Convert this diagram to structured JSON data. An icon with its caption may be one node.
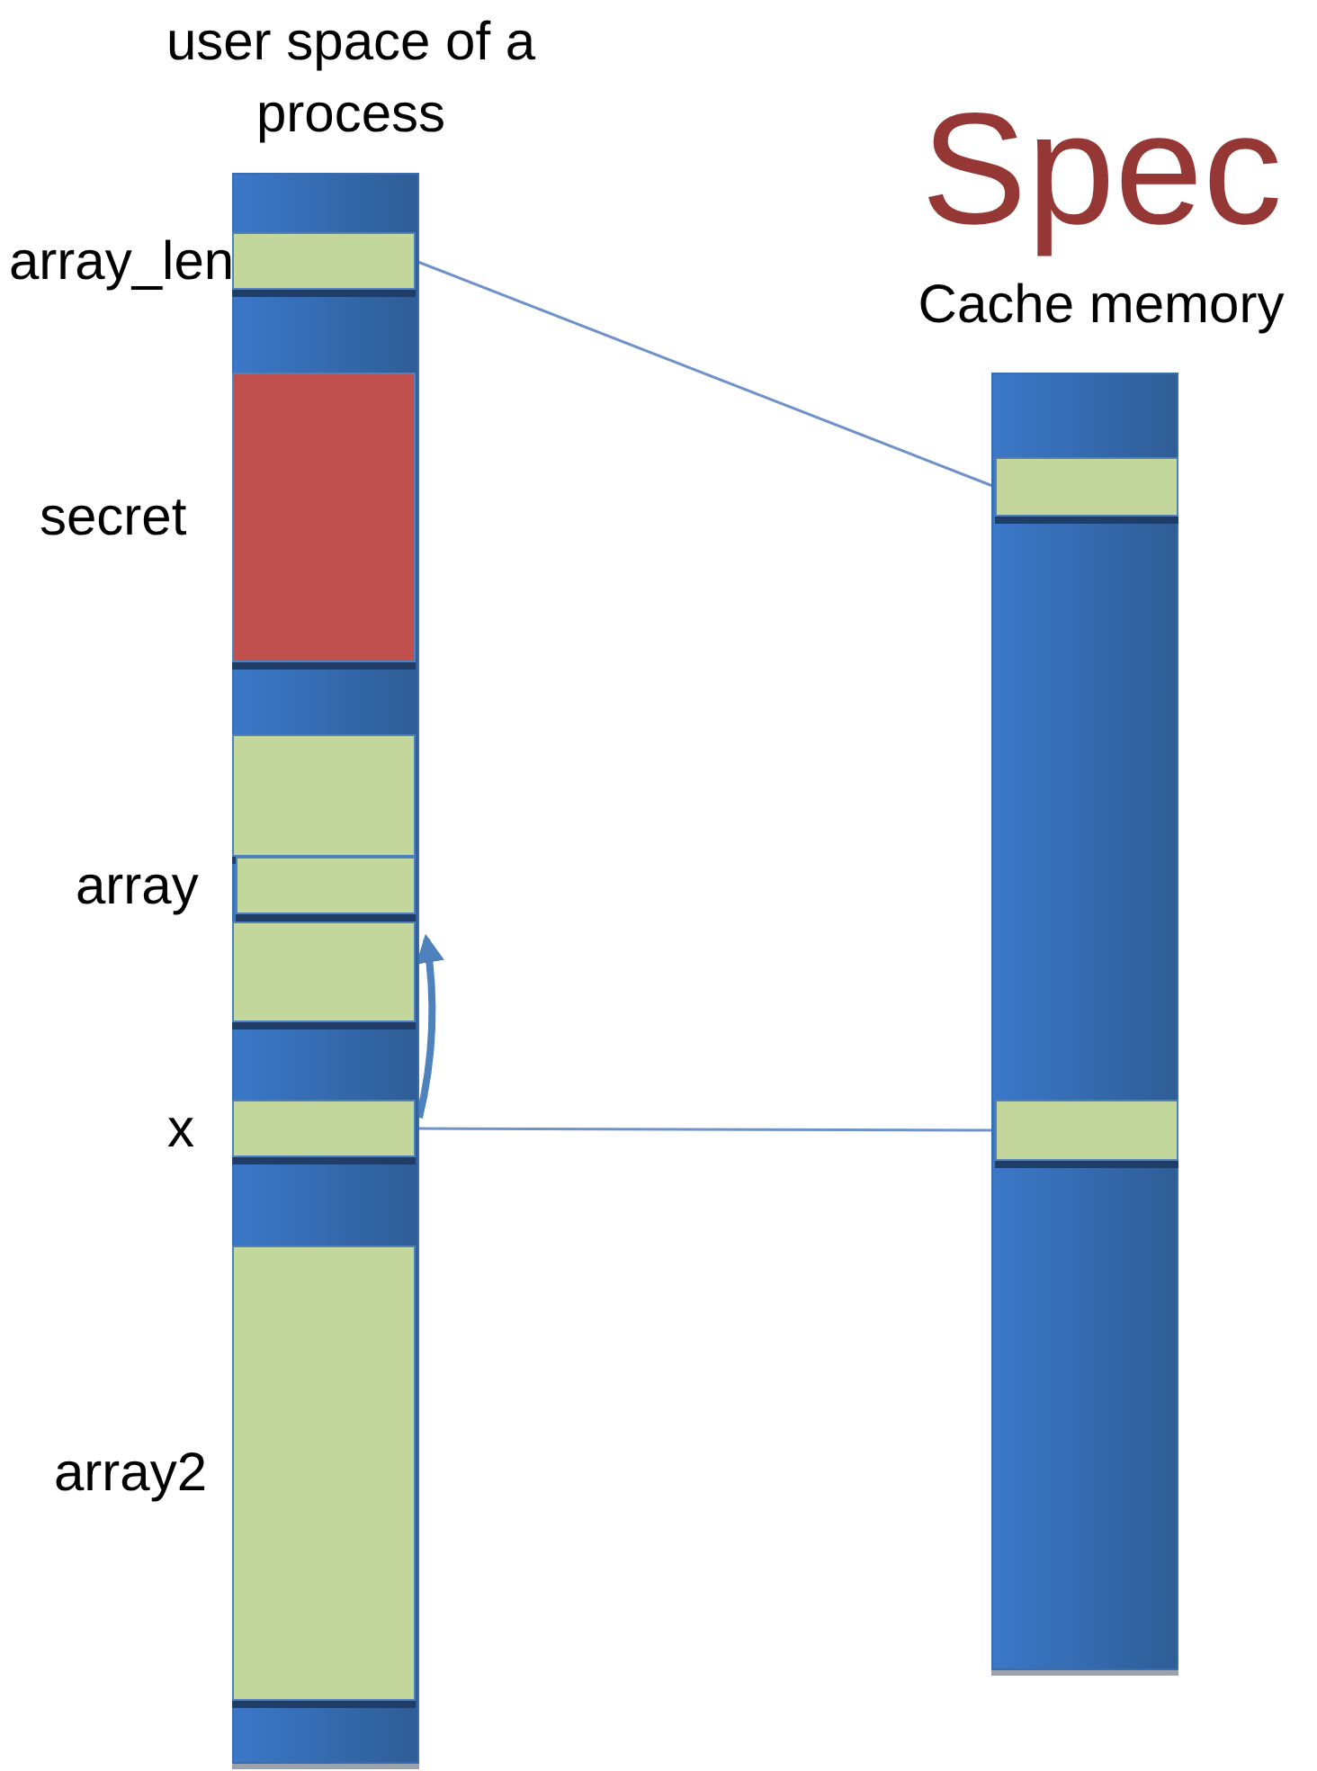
{
  "diagram": {
    "title": "Spec",
    "nodes": [
      {
        "text": [
          "user space of a process"
        ]
      },
      {
        "text": [
          "array_len"
        ],
        "in": 0
      },
      {
        "text": [
          "secret"
        ],
        "in": 0
      },
      {
        "text": [],
        "shape": "box",
        "in": 0
      },
      {
        "text": [
          "array"
        ],
        "in": 0
      },
      {
        "text": [],
        "shape": "box",
        "in": 0
      },
      {
        "text": [
          "x"
        ],
        "in": 0
      },
      {
        "text": [
          "array2"
        ],
        "in": 0
      },
      {
        "text": [
          "Cache memory"
        ]
      },
      {
        "text": [],
        "shape": "box",
        "in": 8
      },
      {
        "text": [],
        "shape": "box",
        "in": 8
      }
    ],
    "edges": [
      {
        "from": 1,
        "to": 9,
        "arrow": "none"
      },
      {
        "from": 6,
        "to": 10,
        "arrow": "none"
      },
      {
        "from": 6,
        "to": 4,
        "arrow": "to",
        "style": "thick",
        "color": "#4f81bd"
      }
    ]
  }
}
